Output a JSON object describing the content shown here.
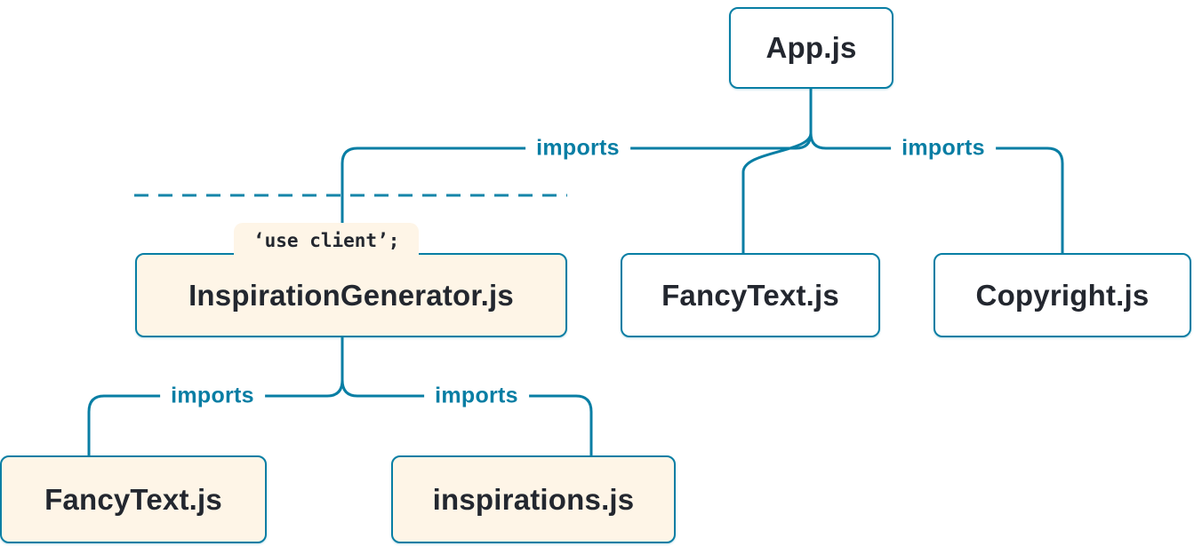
{
  "colors": {
    "background": "#ffffff",
    "line": "#087ea4",
    "border": "#087ea4",
    "server_box_bg": "#ffffff",
    "client_box_bg": "#fef5e7",
    "node_text": "#23272f",
    "edge_label_text": "#087ea4"
  },
  "nodes": {
    "app": {
      "label": "App.js",
      "type": "server"
    },
    "inspiration_generator": {
      "label": "InspirationGenerator.js",
      "type": "client",
      "directive": "‘use client’;"
    },
    "fancy_text_top": {
      "label": "FancyText.js",
      "type": "server"
    },
    "copyright": {
      "label": "Copyright.js",
      "type": "server"
    },
    "fancy_text_bottom": {
      "label": "FancyText.js",
      "type": "client"
    },
    "inspirations": {
      "label": "inspirations.js",
      "type": "client"
    }
  },
  "edges": {
    "app_to_inspiration_generator": {
      "label": "imports"
    },
    "app_to_fancy_text": {
      "label": ""
    },
    "app_to_copyright": {
      "label": "imports"
    },
    "inspiration_generator_to_fancy_text": {
      "label": "imports"
    },
    "inspiration_generator_to_inspirations": {
      "label": "imports"
    }
  }
}
